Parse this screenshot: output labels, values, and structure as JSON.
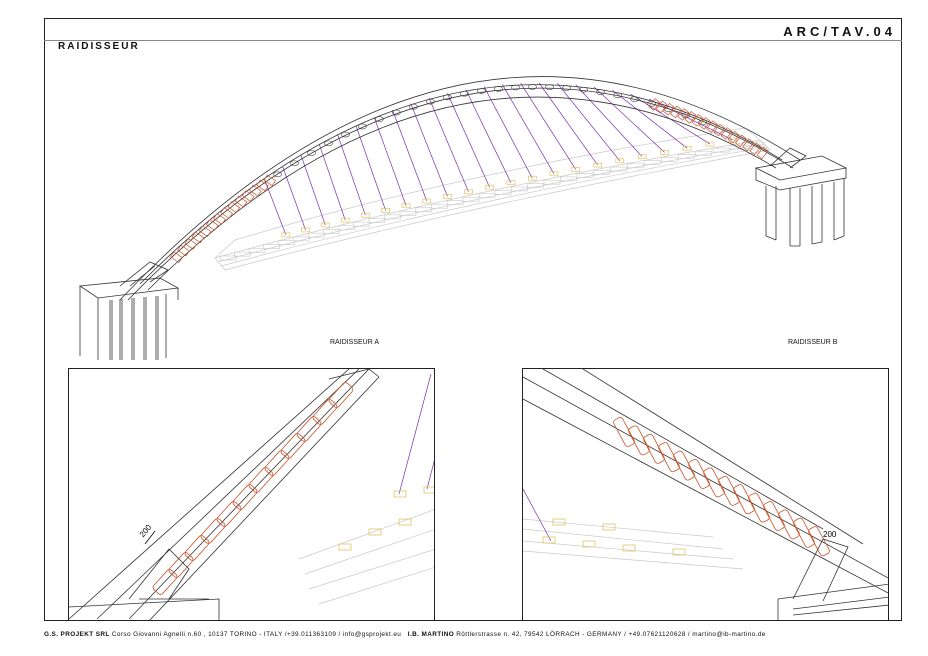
{
  "sheet": {
    "ref": "ARC/TAV.04",
    "title": "RAIDISSEUR"
  },
  "details": {
    "a": {
      "label": "RAIDISSEUR A",
      "dimension": "200"
    },
    "b": {
      "label": "RAIDISSEUR B",
      "dimension": "200"
    }
  },
  "footer": {
    "company1": "G.S. PROJEKT SRL",
    "address1": "Corso Giovanni Agnelli  n.60 , 10137 TORINO - ITALY /+39.011363109 / info@gsprojekt.eu",
    "company2": "I.B. MARTINO",
    "address2": "Röttlerstrasse n. 42, 79542 LÖRRACH - GERMANY / +49.07621120628 / martino@ib-martino.de"
  },
  "colors": {
    "frame": "#222222",
    "hangers": "#7a2fb0",
    "stiffeners": "#c8552a",
    "deck": "#c9c9c9",
    "bearings": "#e0c560"
  }
}
